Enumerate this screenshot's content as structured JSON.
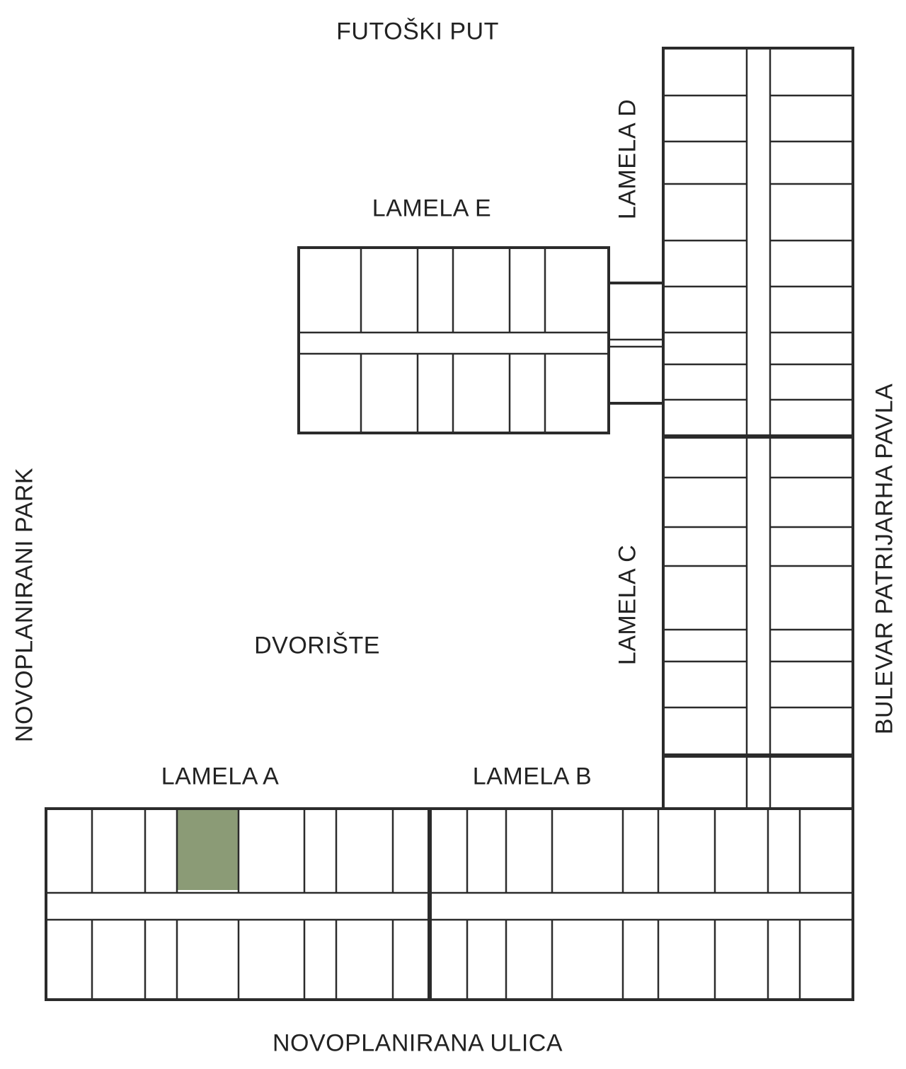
{
  "streets": {
    "north": "FUTOŠKI PUT",
    "south": "NOVOPLANIRANA ULICA",
    "west": "NOVOPLANIRANI PARK",
    "east": "BULEVAR PATRIJARHA PAVLA"
  },
  "courtyard": "DVORIŠTE",
  "lamelas": {
    "a": "LAMELA A",
    "b": "LAMELA B",
    "c": "LAMELA C",
    "d": "LAMELA D",
    "e": "LAMELA E"
  },
  "colors": {
    "wall": "#2b2b2b",
    "highlight": "#8b9b76"
  }
}
